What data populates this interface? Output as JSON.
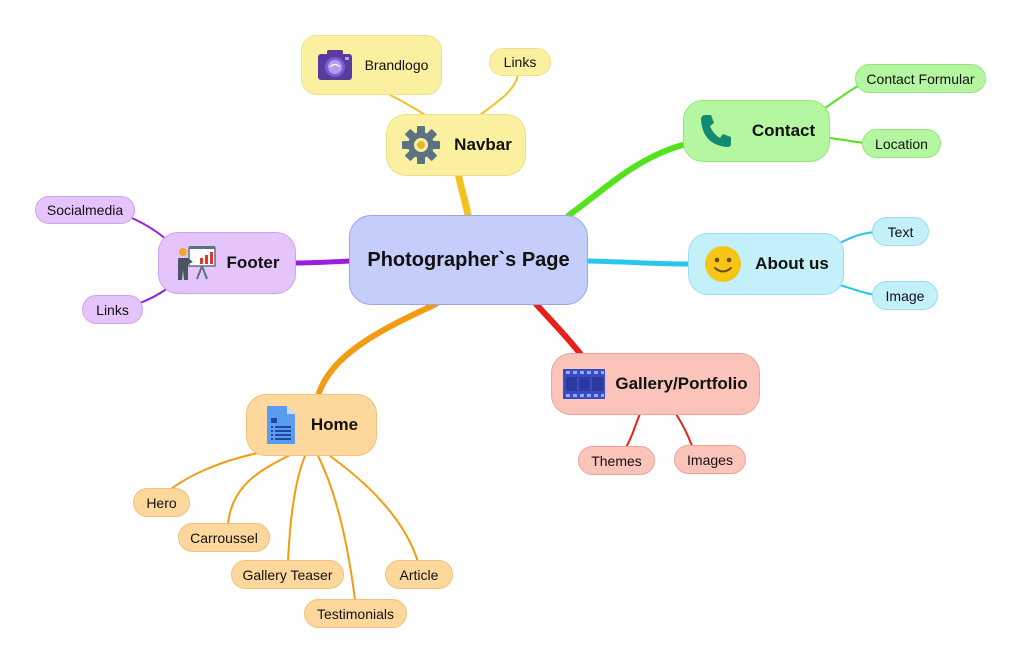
{
  "center": {
    "label": "Photographer`s Page",
    "color": "#c5cdfa"
  },
  "branches": {
    "navbar": {
      "label": "Navbar",
      "icon": "gear-icon",
      "color": "#fbf0a0",
      "line": "#f4c21f",
      "children": [
        "Brandlogo",
        "Links"
      ]
    },
    "contact": {
      "label": "Contact",
      "icon": "phone-icon",
      "color": "#b4f7a0",
      "line": "#52e31a",
      "children": [
        "Contact Formular",
        "Location"
      ]
    },
    "about": {
      "label": "About us",
      "icon": "smiley-icon",
      "color": "#c4f0fa",
      "line": "#27c7ec",
      "children": [
        "Text",
        "Image"
      ]
    },
    "gallery": {
      "label": "Gallery/Portfolio",
      "icon": "film-strip-icon",
      "color": "#fbc4bb",
      "line": "#e8201b",
      "children": [
        "Themes",
        "Images"
      ]
    },
    "home": {
      "label": "Home",
      "icon": "document-icon",
      "color": "#fdd79c",
      "line": "#f39c12",
      "children": [
        "Hero",
        "Carroussel",
        "Gallery Teaser",
        "Testimonials",
        "Article"
      ]
    },
    "footer": {
      "label": "Footer",
      "icon": "presentation-icon",
      "color": "#e4c4fa",
      "line": "#9b1ee0",
      "children": [
        "Socialmedia",
        "Links"
      ]
    }
  },
  "brandlogo_icon": "camera-icon"
}
